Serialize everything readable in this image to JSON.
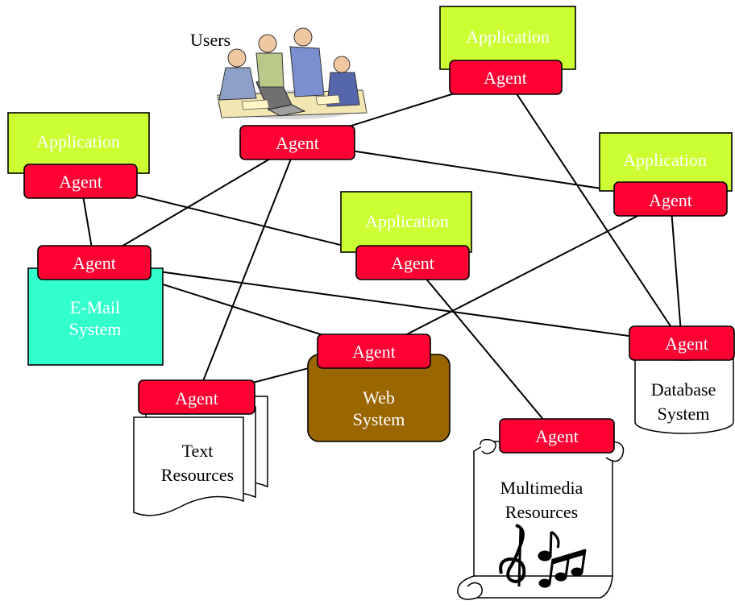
{
  "colors": {
    "agent": "#ff0033",
    "application": "#ccff33",
    "email": "#33ffcc",
    "web": "#996600",
    "line": "#000000"
  },
  "labels": {
    "users": "Users",
    "application": "Application",
    "agent": "Agent",
    "email_line1": "E-Mail",
    "email_line2": "System",
    "web_line1": "Web",
    "web_line2": "System",
    "text_line1": "Text",
    "text_line2": "Resources",
    "multimedia_line1": "Multimedia",
    "multimedia_line2": "Resources",
    "database_line1": "Database",
    "database_line2": "System"
  },
  "icons": {
    "users": "users-clipart-icon",
    "music": "music-notes-icon"
  },
  "connections": [
    [
      "agent-users",
      "agent-app-top"
    ],
    [
      "agent-users",
      "agent-app-right"
    ],
    [
      "agent-users",
      "agent-email"
    ],
    [
      "agent-users",
      "agent-text"
    ],
    [
      "agent-app-left",
      "agent-email"
    ],
    [
      "agent-app-left",
      "agent-app-center"
    ],
    [
      "agent-email",
      "agent-web"
    ],
    [
      "agent-email",
      "agent-database"
    ],
    [
      "agent-app-top",
      "agent-database"
    ],
    [
      "agent-app-right",
      "agent-database"
    ],
    [
      "agent-app-right",
      "agent-web"
    ],
    [
      "agent-app-center",
      "agent-multimedia"
    ],
    [
      "agent-web",
      "agent-text"
    ]
  ]
}
